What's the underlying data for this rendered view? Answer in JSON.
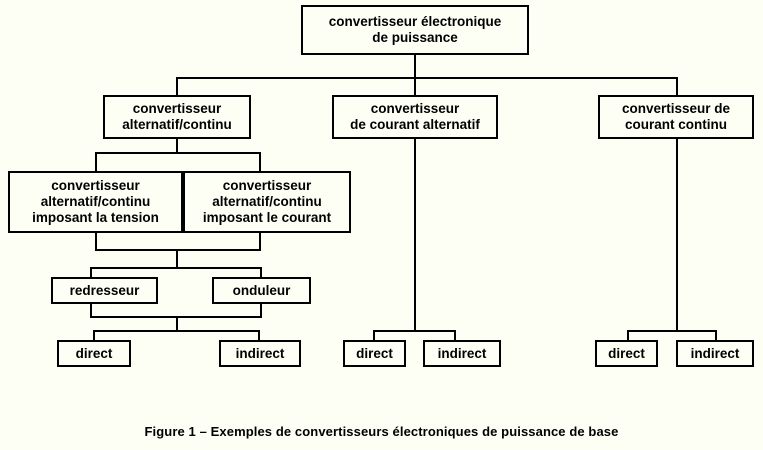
{
  "figure": {
    "caption": "Figure 1 – Exemples de convertisseurs électroniques de puissance de base",
    "background_color": "#fdfff4",
    "line_color": "#000000",
    "text_color": "#000000"
  },
  "diagram": {
    "type": "tree",
    "root": {
      "label": "convertisseur électronique\nde puissance"
    },
    "level2": [
      {
        "label": "convertisseur\nalternatif/continu"
      },
      {
        "label": "convertisseur\nde courant alternatif"
      },
      {
        "label": "convertisseur de\ncourant continu"
      }
    ],
    "level3_left": [
      {
        "label": "convertisseur\nalternatif/continu\nimposant la tension"
      },
      {
        "label": "convertisseur\nalternatif/continu\nimposant le courant"
      }
    ],
    "level4_left": [
      {
        "label": "redresseur"
      },
      {
        "label": "onduleur"
      }
    ],
    "leaves_left": [
      {
        "label": "direct"
      },
      {
        "label": "indirect"
      }
    ],
    "leaves_middle": [
      {
        "label": "direct"
      },
      {
        "label": "indirect"
      }
    ],
    "leaves_right": [
      {
        "label": "direct"
      },
      {
        "label": "indirect"
      }
    ]
  }
}
